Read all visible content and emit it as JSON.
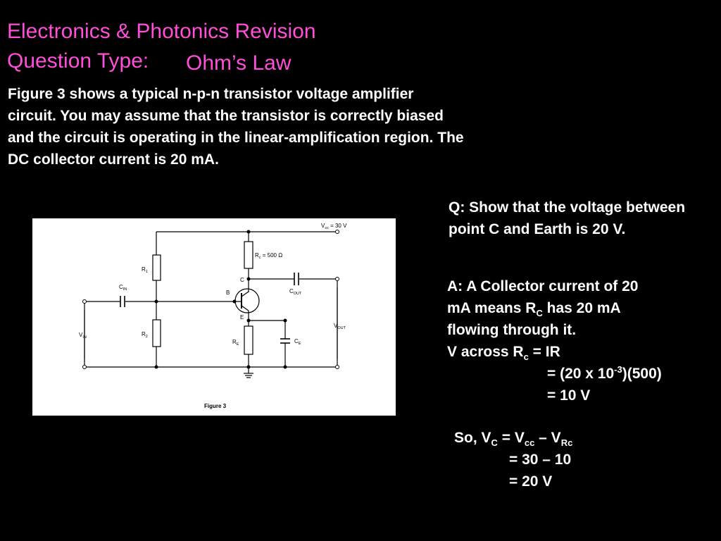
{
  "title": {
    "line1": "Electronics & Photonics Revision",
    "line2": "Question Type:",
    "topic": "Ohm’s Law"
  },
  "intro": "Figure 3 shows a typical n-p-n transistor voltage amplifier circuit. You may assume that the transistor is correctly biased and the circuit is operating in the linear-amplification region. The DC collector current is 20 mA.",
  "question": "Q: Show that the voltage between point C and Earth is 20 V.",
  "answer": {
    "l1": "A: A Collector current of 20",
    "l2_pre": "mA means R",
    "l2_sub": "C",
    "l2_post": " has 20 mA",
    "l3": "flowing through it.",
    "l4_pre": "V across R",
    "l4_sub": "c",
    "l4_post": " = IR",
    "l5_pre": "= (20 x 10",
    "l5_sup": "-3",
    "l5_post": ")(500)",
    "l6": "= 10 V"
  },
  "solution": {
    "s1_a": "So, V",
    "s1_sub1": "C",
    "s1_b": " = V",
    "s1_sub2": "cc",
    "s1_c": " – V",
    "s1_sub3": "Rc",
    "s2": "= 30 – 10",
    "s3": "= 20 V"
  },
  "figure": {
    "caption": "Figure 3",
    "vcc": "V",
    "vcc_sub": "cc",
    "vcc_val": " = 30 V",
    "rc": "R",
    "rc_sub": "c",
    "rc_val": " = 500 Ω",
    "r1": "R",
    "r1_sub": "1",
    "r2": "R",
    "r2_sub": "2",
    "cin": "C",
    "cin_sub": "IN",
    "cout": "C",
    "cout_sub": "OUT",
    "vin": "V",
    "vin_sub": "IN",
    "vout": "V",
    "vout_sub": "OUT",
    "re": "R",
    "re_sub": "E",
    "ce": "C",
    "ce_sub": "E",
    "b": "B",
    "c": "C",
    "e": "E"
  }
}
